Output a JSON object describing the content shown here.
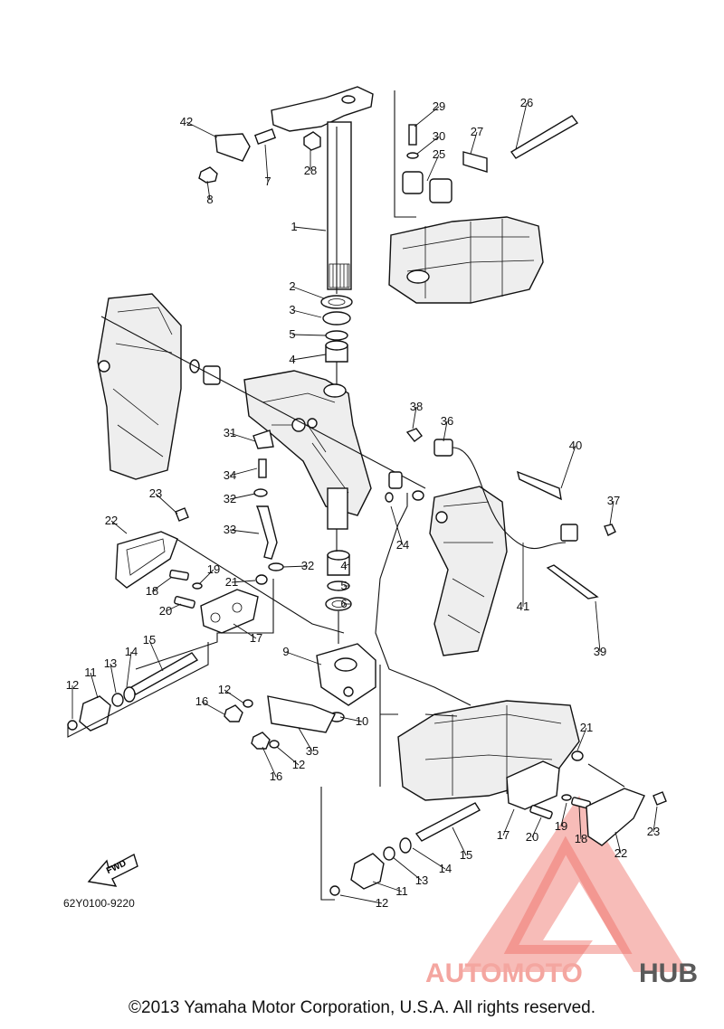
{
  "diagram": {
    "part_code": "62Y0100-9220",
    "fwd_label": "FWD",
    "copyright": "©2013 Yamaha Motor Corporation, U.S.A. All rights reserved.",
    "watermark": {
      "part1": "AUTOMOTO",
      "part2": "HUB",
      "color1": "#f4a6a0",
      "color2": "#5a5a5a",
      "triangle_color": "#ee6b62"
    },
    "callouts": [
      {
        "n": "1"
      },
      {
        "n": "2"
      },
      {
        "n": "3"
      },
      {
        "n": "5"
      },
      {
        "n": "4"
      },
      {
        "n": "42"
      },
      {
        "n": "7"
      },
      {
        "n": "8"
      },
      {
        "n": "28"
      },
      {
        "n": "29"
      },
      {
        "n": "30"
      },
      {
        "n": "25"
      },
      {
        "n": "27"
      },
      {
        "n": "26"
      },
      {
        "n": "38"
      },
      {
        "n": "36"
      },
      {
        "n": "40"
      },
      {
        "n": "31"
      },
      {
        "n": "34"
      },
      {
        "n": "32"
      },
      {
        "n": "33"
      },
      {
        "n": "32"
      },
      {
        "n": "4"
      },
      {
        "n": "5"
      },
      {
        "n": "6"
      },
      {
        "n": "23"
      },
      {
        "n": "22"
      },
      {
        "n": "24"
      },
      {
        "n": "37"
      },
      {
        "n": "41"
      },
      {
        "n": "39"
      },
      {
        "n": "19"
      },
      {
        "n": "18"
      },
      {
        "n": "21"
      },
      {
        "n": "20"
      },
      {
        "n": "17"
      },
      {
        "n": "15"
      },
      {
        "n": "14"
      },
      {
        "n": "13"
      },
      {
        "n": "11"
      },
      {
        "n": "12"
      },
      {
        "n": "9"
      },
      {
        "n": "12"
      },
      {
        "n": "16"
      },
      {
        "n": "10"
      },
      {
        "n": "35"
      },
      {
        "n": "12"
      },
      {
        "n": "16"
      },
      {
        "n": "21"
      },
      {
        "n": "17"
      },
      {
        "n": "20"
      },
      {
        "n": "19"
      },
      {
        "n": "18"
      },
      {
        "n": "22"
      },
      {
        "n": "23"
      },
      {
        "n": "15"
      },
      {
        "n": "14"
      },
      {
        "n": "13"
      },
      {
        "n": "11"
      },
      {
        "n": "12"
      }
    ]
  }
}
